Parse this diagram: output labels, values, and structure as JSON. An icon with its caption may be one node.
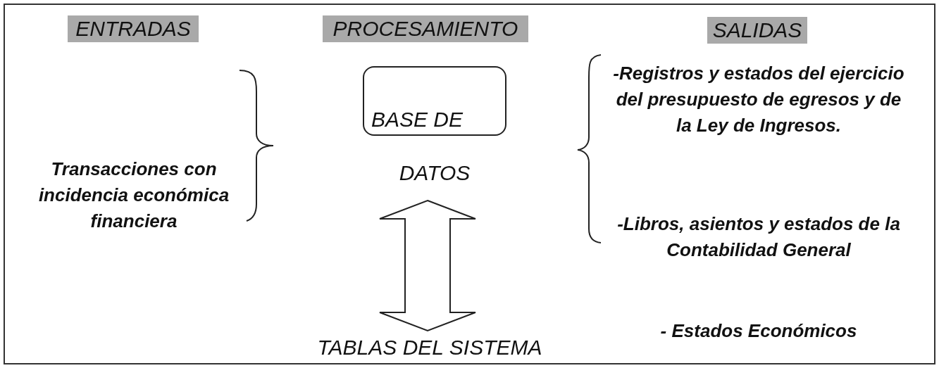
{
  "diagram": {
    "nodes": [
      {
        "text": [
          "ENTRADAS"
        ]
      },
      {
        "text": [
          "PROCESAMIENTO"
        ]
      },
      {
        "text": [
          "SALIDAS"
        ]
      },
      {
        "text": [
          "BASE DE"
        ],
        "beside": [
          "DATOS"
        ]
      },
      {
        "text": [
          "TABLAS DEL SISTEMA"
        ]
      }
    ],
    "edges": [
      {
        "from": 3,
        "to": 4,
        "arrow": "both"
      }
    ],
    "labels": [
      "Transacciones con incidencia económica financiera",
      "-Registros y estados del ejercicio del presupuesto de egresos y de la Ley de Ingresos.",
      "-Libros, asientos y estados de la Contabilidad General",
      "- Estados Económicos"
    ]
  }
}
